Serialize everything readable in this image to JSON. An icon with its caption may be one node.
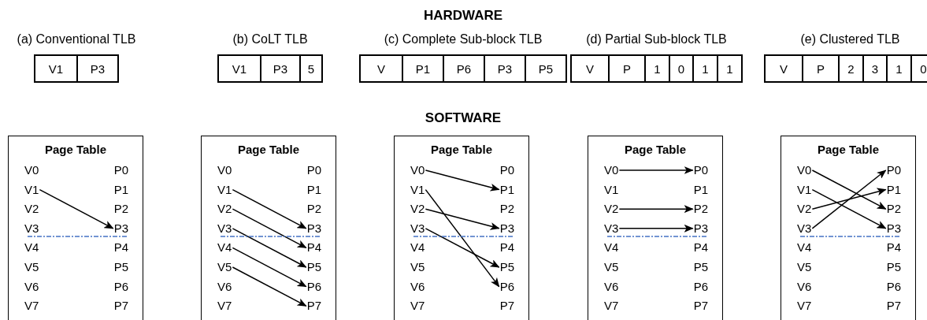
{
  "diagram": {
    "nodes": [
      {
        "text": [
          "(a) Conventional TLB"
        ]
      },
      {
        "text": [
          "V1"
        ],
        "in": 0
      },
      {
        "text": [
          "P3"
        ],
        "in": 0
      },
      {
        "text": [
          "(b) CoLT TLB"
        ]
      },
      {
        "text": [
          "V1"
        ],
        "in": 3
      },
      {
        "text": [
          "P3"
        ],
        "in": 3
      },
      {
        "text": [
          "5"
        ],
        "in": 3
      },
      {
        "text": [
          "(c) Complete Sub-block TLB"
        ]
      },
      {
        "text": [
          "V"
        ],
        "in": 7
      },
      {
        "text": [
          "P1"
        ],
        "in": 7
      },
      {
        "text": [
          "P6"
        ],
        "in": 7
      },
      {
        "text": [
          "P3"
        ],
        "in": 7
      },
      {
        "text": [
          "P5"
        ],
        "in": 7
      },
      {
        "text": [
          "(d) Partial Sub-block TLB"
        ]
      },
      {
        "text": [
          "V"
        ],
        "in": 13
      },
      {
        "text": [
          "P"
        ],
        "in": 13
      },
      {
        "text": [
          "1"
        ],
        "in": 13
      },
      {
        "text": [
          "0"
        ],
        "in": 13
      },
      {
        "text": [
          "1"
        ],
        "in": 13
      },
      {
        "text": [
          "1"
        ],
        "in": 13
      },
      {
        "text": [
          "(e) Clustered TLB"
        ]
      },
      {
        "text": [
          "V"
        ],
        "in": 20
      },
      {
        "text": [
          "P"
        ],
        "in": 20
      },
      {
        "text": [
          "2"
        ],
        "in": 20
      },
      {
        "text": [
          "3"
        ],
        "in": 20
      },
      {
        "text": [
          "1"
        ],
        "in": 20
      },
      {
        "text": [
          "0"
        ],
        "in": 20
      },
      {
        "text": [
          "Page Table"
        ]
      },
      {
        "text": [
          "V0"
        ],
        "in": 27
      },
      {
        "text": [
          "P0"
        ],
        "in": 27
      },
      {
        "text": [
          "V1"
        ],
        "in": 27
      },
      {
        "text": [
          "P1"
        ],
        "in": 27
      },
      {
        "text": [
          "V2"
        ],
        "in": 27
      },
      {
        "text": [
          "P2"
        ],
        "in": 27
      },
      {
        "text": [
          "V3"
        ],
        "in": 27
      },
      {
        "text": [
          "P3"
        ],
        "in": 27
      },
      {
        "text": [
          "V4"
        ],
        "in": 27
      },
      {
        "text": [
          "P4"
        ],
        "in": 27
      },
      {
        "text": [
          "V5"
        ],
        "in": 27
      },
      {
        "text": [
          "P5"
        ],
        "in": 27
      },
      {
        "text": [
          "V6"
        ],
        "in": 27
      },
      {
        "text": [
          "P6"
        ],
        "in": 27
      },
      {
        "text": [
          "V7"
        ],
        "in": 27
      },
      {
        "text": [
          "P7"
        ],
        "in": 27
      },
      {
        "text": [
          "Page Table"
        ]
      },
      {
        "text": [
          "V0"
        ],
        "in": 44
      },
      {
        "text": [
          "P0"
        ],
        "in": 44
      },
      {
        "text": [
          "V1"
        ],
        "in": 44
      },
      {
        "text": [
          "P1"
        ],
        "in": 44
      },
      {
        "text": [
          "V2"
        ],
        "in": 44
      },
      {
        "text": [
          "P2"
        ],
        "in": 44
      },
      {
        "text": [
          "V3"
        ],
        "in": 44
      },
      {
        "text": [
          "P3"
        ],
        "in": 44
      },
      {
        "text": [
          "V4"
        ],
        "in": 44
      },
      {
        "text": [
          "P4"
        ],
        "in": 44
      },
      {
        "text": [
          "V5"
        ],
        "in": 44
      },
      {
        "text": [
          "P5"
        ],
        "in": 44
      },
      {
        "text": [
          "V6"
        ],
        "in": 44
      },
      {
        "text": [
          "P6"
        ],
        "in": 44
      },
      {
        "text": [
          "V7"
        ],
        "in": 44
      },
      {
        "text": [
          "P7"
        ],
        "in": 44
      },
      {
        "text": [
          "Page Table"
        ]
      },
      {
        "text": [
          "V0"
        ],
        "in": 61
      },
      {
        "text": [
          "P0"
        ],
        "in": 61
      },
      {
        "text": [
          "V1"
        ],
        "in": 61
      },
      {
        "text": [
          "P1"
        ],
        "in": 61
      },
      {
        "text": [
          "V2"
        ],
        "in": 61
      },
      {
        "text": [
          "P2"
        ],
        "in": 61
      },
      {
        "text": [
          "V3"
        ],
        "in": 61
      },
      {
        "text": [
          "P3"
        ],
        "in": 61
      },
      {
        "text": [
          "V4"
        ],
        "in": 61
      },
      {
        "text": [
          "P4"
        ],
        "in": 61
      },
      {
        "text": [
          "V5"
        ],
        "in": 61
      },
      {
        "text": [
          "P5"
        ],
        "in": 61
      },
      {
        "text": [
          "V6"
        ],
        "in": 61
      },
      {
        "text": [
          "P6"
        ],
        "in": 61
      },
      {
        "text": [
          "V7"
        ],
        "in": 61
      },
      {
        "text": [
          "P7"
        ],
        "in": 61
      },
      {
        "text": [
          "Page Table"
        ]
      },
      {
        "text": [
          "V0"
        ],
        "in": 78
      },
      {
        "text": [
          "P0"
        ],
        "in": 78
      },
      {
        "text": [
          "V1"
        ],
        "in": 78
      },
      {
        "text": [
          "P1"
        ],
        "in": 78
      },
      {
        "text": [
          "V2"
        ],
        "in": 78
      },
      {
        "text": [
          "P2"
        ],
        "in": 78
      },
      {
        "text": [
          "V3"
        ],
        "in": 78
      },
      {
        "text": [
          "P3"
        ],
        "in": 78
      },
      {
        "text": [
          "V4"
        ],
        "in": 78
      },
      {
        "text": [
          "P4"
        ],
        "in": 78
      },
      {
        "text": [
          "V5"
        ],
        "in": 78
      },
      {
        "text": [
          "P5"
        ],
        "in": 78
      },
      {
        "text": [
          "V6"
        ],
        "in": 78
      },
      {
        "text": [
          "P6"
        ],
        "in": 78
      },
      {
        "text": [
          "V7"
        ],
        "in": 78
      },
      {
        "text": [
          "P7"
        ],
        "in": 78
      },
      {
        "text": [
          "Page Table"
        ]
      },
      {
        "text": [
          "V0"
        ],
        "in": 95
      },
      {
        "text": [
          "P0"
        ],
        "in": 95
      },
      {
        "text": [
          "V1"
        ],
        "in": 95
      },
      {
        "text": [
          "P1"
        ],
        "in": 95
      },
      {
        "text": [
          "V2"
        ],
        "in": 95
      },
      {
        "text": [
          "P2"
        ],
        "in": 95
      },
      {
        "text": [
          "V3"
        ],
        "in": 95
      },
      {
        "text": [
          "P3"
        ],
        "in": 95
      },
      {
        "text": [
          "V4"
        ],
        "in": 95
      },
      {
        "text": [
          "P4"
        ],
        "in": 95
      },
      {
        "text": [
          "V5"
        ],
        "in": 95
      },
      {
        "text": [
          "P5"
        ],
        "in": 95
      },
      {
        "text": [
          "V6"
        ],
        "in": 95
      },
      {
        "text": [
          "P6"
        ],
        "in": 95
      },
      {
        "text": [
          "V7"
        ],
        "in": 95
      },
      {
        "text": [
          "P7"
        ],
        "in": 95
      }
    ],
    "edges": [
      {
        "from": 30,
        "to": 35,
        "arrow": "to"
      },
      {
        "from": 47,
        "to": 52,
        "arrow": "to"
      },
      {
        "from": 49,
        "to": 54,
        "arrow": "to"
      },
      {
        "from": 51,
        "to": 56,
        "arrow": "to"
      },
      {
        "from": 53,
        "to": 58,
        "arrow": "to"
      },
      {
        "from": 55,
        "to": 60,
        "arrow": "to"
      },
      {
        "from": 62,
        "to": 65,
        "arrow": "to"
      },
      {
        "from": 64,
        "to": 75,
        "arrow": "to"
      },
      {
        "from": 66,
        "to": 69,
        "arrow": "to"
      },
      {
        "from": 68,
        "to": 73,
        "arrow": "to"
      },
      {
        "from": 79,
        "to": 80,
        "arrow": "to"
      },
      {
        "from": 83,
        "to": 84,
        "arrow": "to"
      },
      {
        "from": 85,
        "to": 86,
        "arrow": "to"
      },
      {
        "from": 96,
        "to": 101,
        "arrow": "to"
      },
      {
        "from": 98,
        "to": 103,
        "arrow": "to"
      },
      {
        "from": 100,
        "to": 99,
        "arrow": "to"
      },
      {
        "from": 102,
        "to": 97,
        "arrow": "to"
      }
    ],
    "labels": [
      "HARDWARE",
      "SOFTWARE"
    ]
  }
}
